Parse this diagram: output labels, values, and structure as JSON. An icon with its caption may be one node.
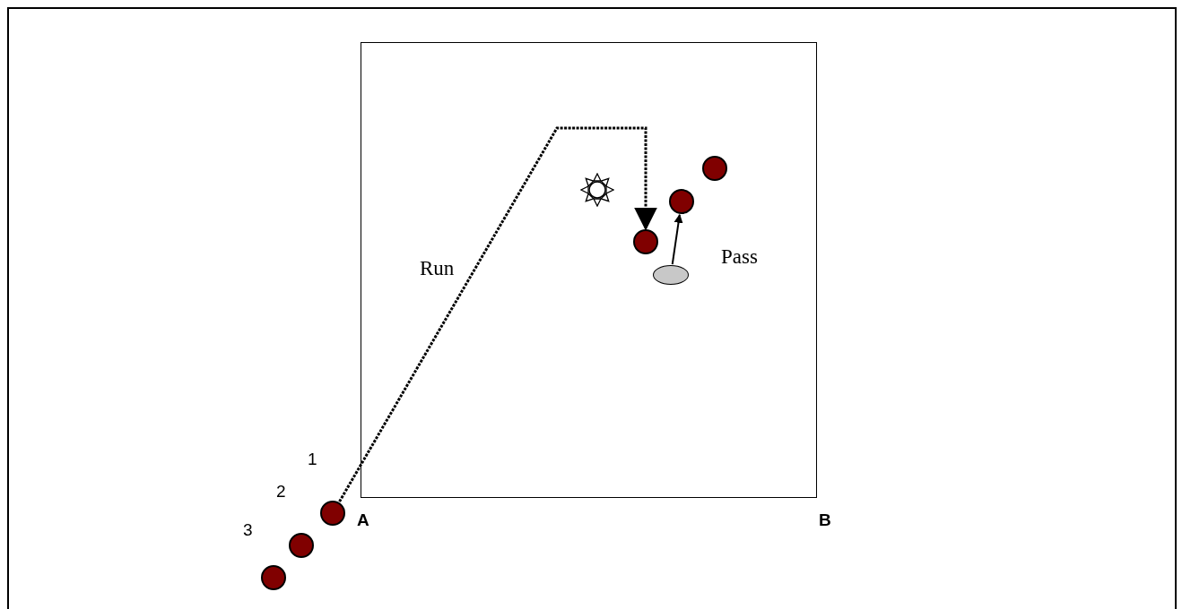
{
  "diagram": {
    "nodes": [
      {
        "text": [],
        "shape": "circle"
      },
      {
        "text": [],
        "shape": "sun"
      },
      {
        "text": [],
        "shape": "circle"
      },
      {
        "text": [],
        "shape": "circle"
      },
      {
        "text": [],
        "shape": "ellipse"
      },
      {
        "text": [],
        "shape": "circle",
        "beside": [
          "1"
        ]
      },
      {
        "text": [],
        "shape": "circle",
        "beside": [
          "2"
        ]
      },
      {
        "text": [],
        "shape": "circle",
        "beside": [
          "3"
        ]
      }
    ],
    "edges": [
      {
        "from": 5,
        "to": 3,
        "arrow": "to",
        "style": "dashed",
        "label": "Run"
      },
      {
        "from": 4,
        "to": 2,
        "arrow": "to",
        "label": "Pass"
      }
    ],
    "labels": [
      "A",
      "B"
    ]
  }
}
